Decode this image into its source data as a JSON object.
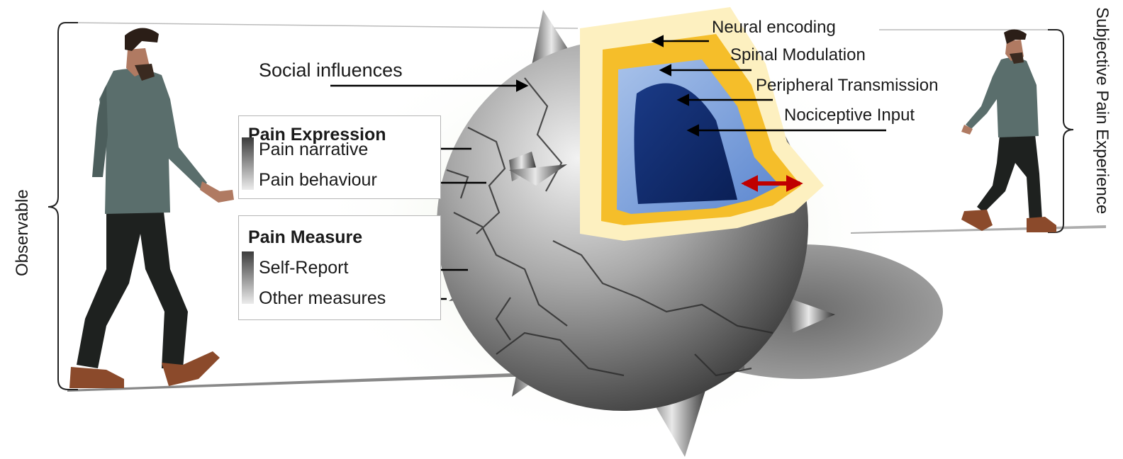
{
  "brackets": {
    "left": "Observable",
    "right": "Subjective  Pain Experience"
  },
  "social": "Social influences",
  "layers": [
    "Neural encoding",
    "Spinal Modulation",
    "Peripheral Transmission",
    "Nociceptive Input"
  ],
  "expression": {
    "title": "Pain Expression",
    "items": [
      "Pain narrative",
      "Pain behaviour"
    ]
  },
  "measure": {
    "title": "Pain Measure",
    "items": [
      "Self-Report",
      "Other measures"
    ]
  },
  "colors": {
    "layer_outer": "#fdf0c0",
    "layer_yellow": "#f5be2a",
    "layer_lightblue": "#8aaee0",
    "layer_core": "#0f2a6b",
    "arrow_red": "#c00000",
    "skin": "#b07a62",
    "shirt": "#5a6e6c",
    "trousers": "#1e211f",
    "shoes": "#8b4a2b"
  }
}
